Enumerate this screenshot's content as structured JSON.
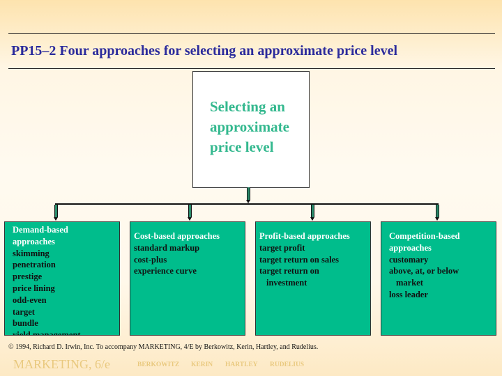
{
  "header": {
    "title": "PP15–2  Four approaches for selecting an approximate price level"
  },
  "center": {
    "lines": [
      "Selecting an",
      "approximate",
      "price level"
    ]
  },
  "boxes": [
    {
      "heading": [
        "Demand-based",
        "approaches"
      ],
      "items": [
        {
          "t": "skimming"
        },
        {
          "t": "penetration"
        },
        {
          "t": "prestige"
        },
        {
          "t": "price lining"
        },
        {
          "t": "odd-even"
        },
        {
          "t": "target"
        },
        {
          "t": "bundle"
        },
        {
          "t": "yield management"
        }
      ]
    },
    {
      "heading": [
        "Cost-based approaches"
      ],
      "items": [
        {
          "t": "standard markup"
        },
        {
          "t": "cost-plus"
        },
        {
          "t": "experience curve"
        }
      ]
    },
    {
      "heading": [
        "Profit-based approaches"
      ],
      "items": [
        {
          "t": "target profit"
        },
        {
          "t": "target return on sales"
        },
        {
          "t": "target return on"
        },
        {
          "t": "investment",
          "indent": true
        }
      ]
    },
    {
      "heading": [
        "Competition-based",
        "approaches"
      ],
      "items": [
        {
          "t": "customary"
        },
        {
          "t": "above, at, or below"
        },
        {
          "t": "market",
          "indent": true
        },
        {
          "t": "loss leader"
        }
      ]
    }
  ],
  "footer": {
    "copyright": "© 1994, Richard D. Irwin, Inc. To accompany MARKETING, 4/E by Berkowitz, Kerin, Hartley, and Rudelius.",
    "brand": "MARKETING, 6/e",
    "authors": [
      "BERKOWITZ",
      "KERIN",
      "HARTLEY",
      "RUDELIUS"
    ]
  },
  "colors": {
    "box": "#00bd8c",
    "title": "#2b2b9c",
    "center_text": "#33b88e",
    "brand": "#e9c97f"
  }
}
